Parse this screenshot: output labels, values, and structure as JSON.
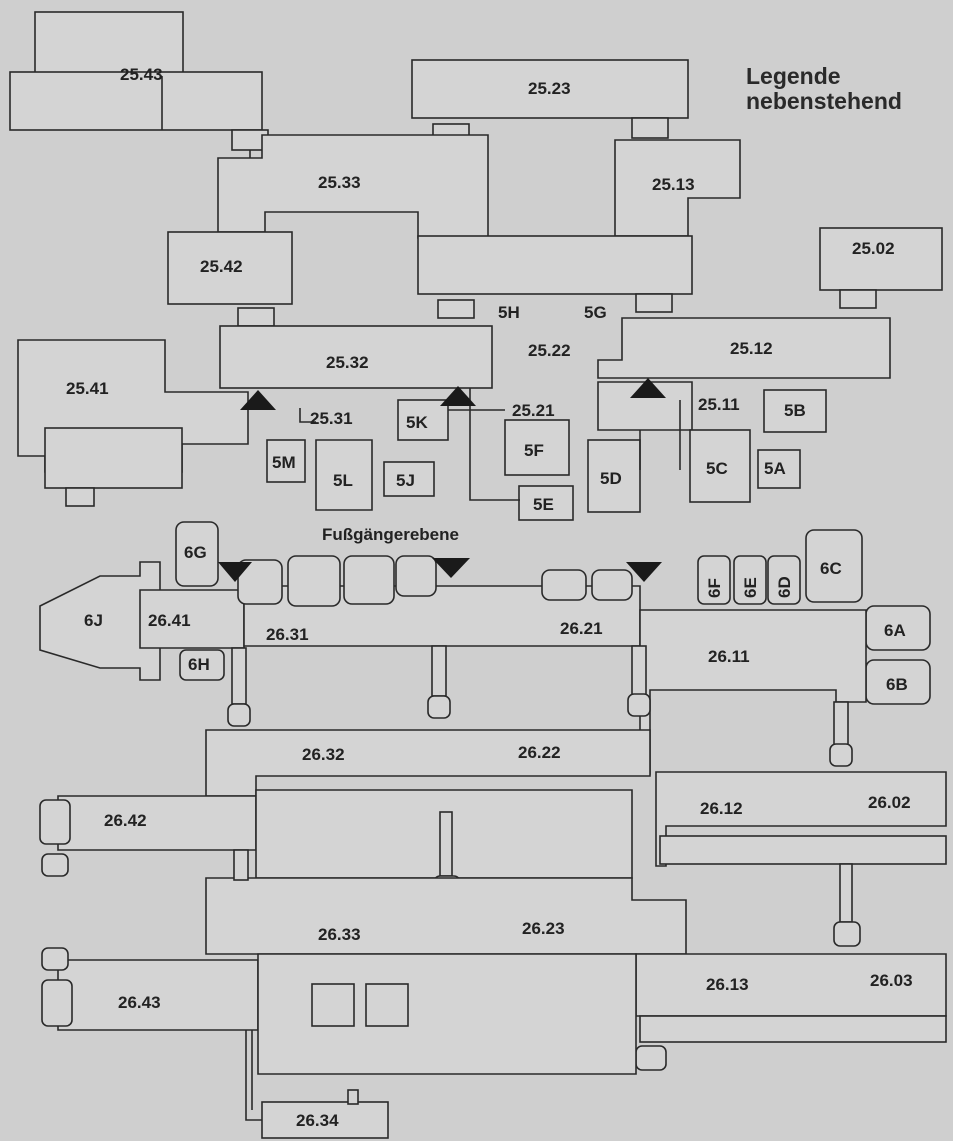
{
  "legend": {
    "line1": "Legende",
    "line2": "nebenstehend"
  },
  "pedestrian_level": "Fußgängerebene",
  "rooms_25": {
    "r2543": "25.43",
    "r2523": "25.23",
    "r2533": "25.33",
    "r2513": "25.13",
    "r2542": "25.42",
    "r2502": "25.02",
    "r2532": "25.32",
    "r2522": "25.22",
    "r2512": "25.12",
    "r2541": "25.41",
    "r2531": "25.31",
    "r2521": "25.21",
    "r2511": "25.11"
  },
  "rooms_5": {
    "r5H": "5H",
    "r5G": "5G",
    "r5K": "5K",
    "r5B": "5B",
    "r5M": "5M",
    "r5L": "5L",
    "r5J": "5J",
    "r5F": "5F",
    "r5D": "5D",
    "r5E": "5E",
    "r5C": "5C",
    "r5A": "5A"
  },
  "rooms_6": {
    "r6G": "6G",
    "r6J": "6J",
    "r6H": "6H",
    "r6F": "6F",
    "r6E": "6E",
    "r6D": "6D",
    "r6C": "6C",
    "r6A": "6A",
    "r6B": "6B"
  },
  "rooms_26": {
    "r2641": "26.41",
    "r2631": "26.31",
    "r2621": "26.21",
    "r2611": "26.11",
    "r2632": "26.32",
    "r2622": "26.22",
    "r2642": "26.42",
    "r2612": "26.12",
    "r2602": "26.02",
    "r2633": "26.33",
    "r2623": "26.23",
    "r2643": "26.43",
    "r2613": "26.13",
    "r2603": "26.03",
    "r2634": "26.34"
  }
}
